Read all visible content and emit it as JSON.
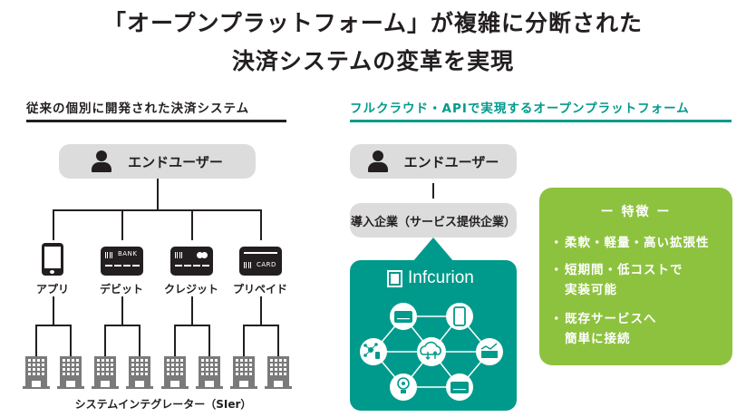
{
  "header": {
    "title_line1": "「オープンプラットフォーム」が複雑に分断された",
    "title_line2": "決済システムの変革を実現"
  },
  "left_section": {
    "heading": "従来の個別に開発された決済システム",
    "end_user": {
      "label": "エンドユーザー",
      "icon": "person-icon"
    },
    "channels": [
      {
        "label": "アプリ",
        "icon": "smartphone-icon"
      },
      {
        "label": "デビット",
        "icon": "bank-card-icon",
        "card_text": "BANK"
      },
      {
        "label": "クレジット",
        "icon": "credit-card-icon"
      },
      {
        "label": "プリペイド",
        "icon": "prepaid-card-icon",
        "card_text": "CARD"
      }
    ],
    "integrator_label": "システムインテグレーター（SIer）",
    "building_count": 8
  },
  "right_section": {
    "heading": "フルクラウド・APIで実現するオープンプラットフォーム",
    "end_user": {
      "label": "エンドユーザー",
      "icon": "person-icon"
    },
    "company": {
      "label": "導入企業（サービス提供企業）"
    },
    "platform": {
      "brand": "Infcurion",
      "nodes": [
        {
          "icon": "credit-card-icon"
        },
        {
          "icon": "smartphone-icon"
        },
        {
          "icon": "network-touch-icon"
        },
        {
          "icon": "cloud-sync-icon"
        },
        {
          "icon": "chart-icon"
        },
        {
          "icon": "lightbulb-gear-icon"
        },
        {
          "icon": "bank-card-icon"
        }
      ]
    },
    "features": {
      "title": "ー 特徴 ー",
      "items": [
        {
          "bullet": "・",
          "line1": "柔軟・軽量・高い拡張性",
          "line2": ""
        },
        {
          "bullet": "・",
          "line1": "短期間・低コストで",
          "line2": "実装可能"
        },
        {
          "bullet": "・",
          "line1": "既存サービスへ",
          "line2": "簡単に接続"
        }
      ]
    }
  },
  "colors": {
    "text": "#231f20",
    "pill_gray": "#dcdcdd",
    "teal": "#009a8c",
    "green": "#8dc23f",
    "building_gray": "#7a7a7a"
  }
}
